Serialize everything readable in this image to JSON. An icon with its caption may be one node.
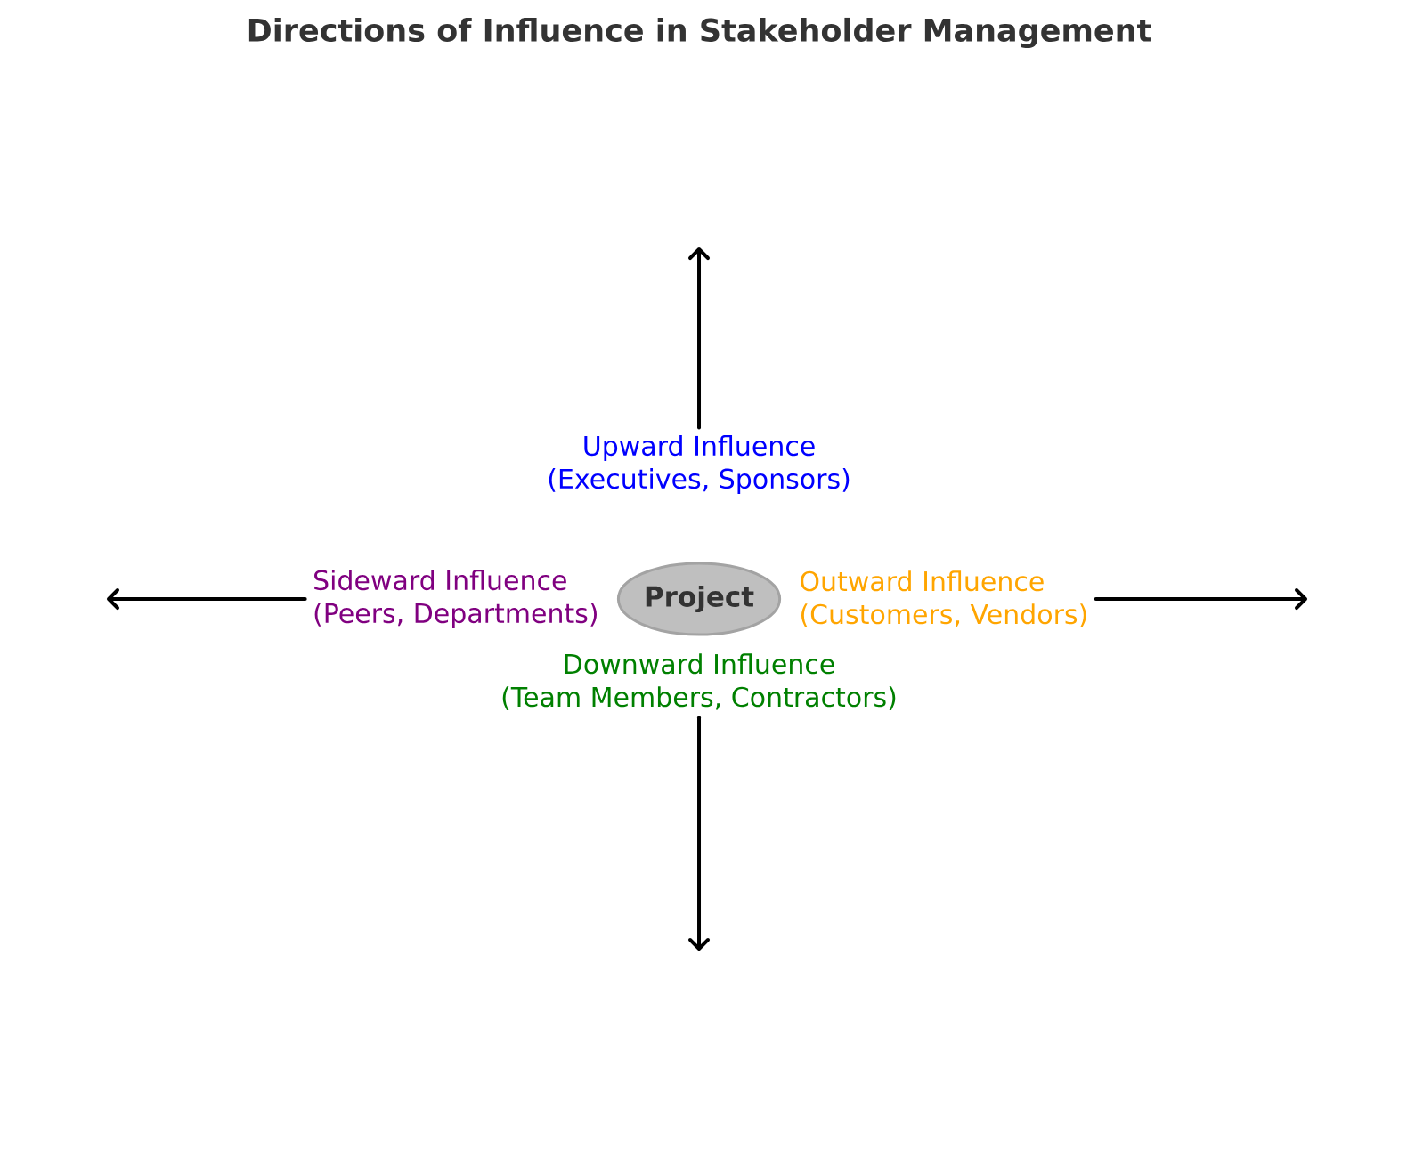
{
  "diagram": {
    "title": "Directions of Influence in Stakeholder Management",
    "nodes": [
      {
        "text": [
          "Upward Influence",
          "(Executives, Sponsors)"
        ]
      },
      {
        "text": [
          "Sideward Influence",
          "(Peers, Departments)"
        ]
      },
      {
        "text": [
          "Project"
        ]
      },
      {
        "text": [
          "Outward Influence",
          "(Customers, Vendors)"
        ]
      },
      {
        "text": [
          "Downward Influence",
          "(Team Members, Contractors)"
        ]
      }
    ],
    "edges": [
      {
        "from": 0,
        "to": null,
        "arrow": "to"
      },
      {
        "from": 1,
        "to": null,
        "arrow": "to"
      },
      {
        "from": 3,
        "to": null,
        "arrow": "to"
      },
      {
        "from": 4,
        "to": null,
        "arrow": "to"
      }
    ]
  }
}
